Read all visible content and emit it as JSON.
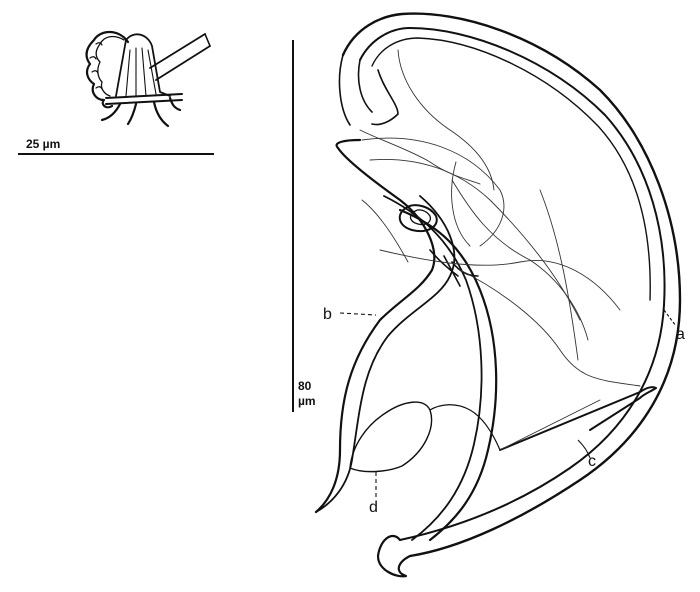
{
  "scale_bars": {
    "small": {
      "label": "25 µm"
    },
    "large": {
      "value": "80",
      "unit": "µm"
    }
  },
  "callouts": {
    "a": "a",
    "b": "b",
    "c": "c",
    "d": "d"
  },
  "colors": {
    "ink": "#111111",
    "fine_line": "#333333",
    "paper": "#ffffff"
  }
}
